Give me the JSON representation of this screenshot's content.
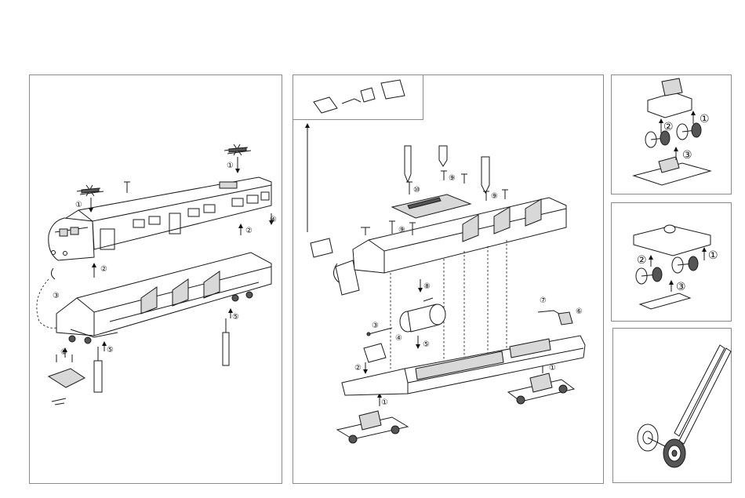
{
  "steps": {
    "s1": "①",
    "s2": "②",
    "s3": "③",
    "s4": "④",
    "s5": "⑤",
    "s6": "⑥",
    "s7": "⑦",
    "s8": "⑧",
    "s9": "⑨",
    "s10": "⑩"
  },
  "colors": {
    "stroke": "#1a1a1a",
    "panel_border": "#8a8a8a",
    "fill_light": "#d8d8d8"
  }
}
